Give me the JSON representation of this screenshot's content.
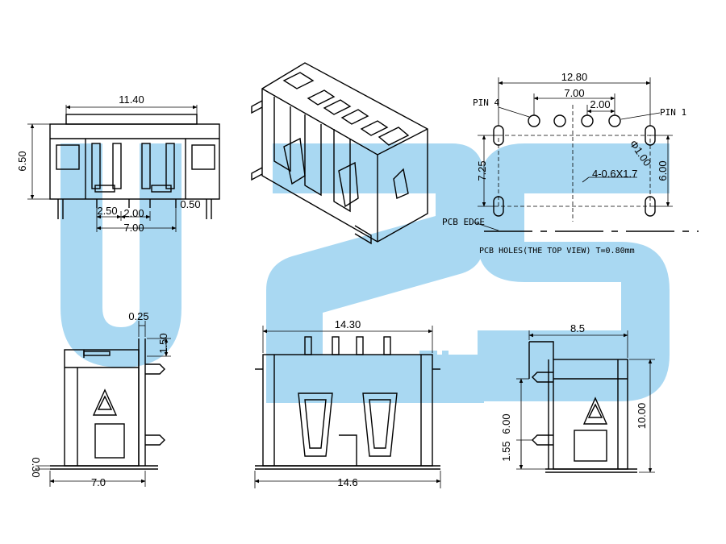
{
  "watermark": {
    "text": "U2S",
    "sub": "EI",
    "color": "#a9d8f2"
  },
  "front_view": {
    "width": "11.40",
    "height": "6.50",
    "pitch_a": "2.50",
    "pitch_b": "2.00",
    "pin_w": "0.50",
    "span": "7.00"
  },
  "pcb_layout": {
    "width": "12.80",
    "span": "7.00",
    "pitch": "2.00",
    "pin4": "PIN 4",
    "pin1": "PIN 1",
    "hole_dia": "Φ1.00",
    "height_a": "7.25",
    "height_b": "6.00",
    "slot": "4-0.6X1.7",
    "pcb_edge": "PCB EDGE",
    "note": "PCB HOLES(THE TOP VIEW) T=0.80mm"
  },
  "side_view_left": {
    "top_gap": "0.25",
    "top_height": "1.50",
    "standoff": "0.30",
    "depth": "7.0"
  },
  "rear_view": {
    "top_width": "14.30",
    "bottom_width": "14.6"
  },
  "side_view_right": {
    "depth": "8.5",
    "height": "6.00",
    "height_total": "10.00",
    "low": "1.55"
  }
}
